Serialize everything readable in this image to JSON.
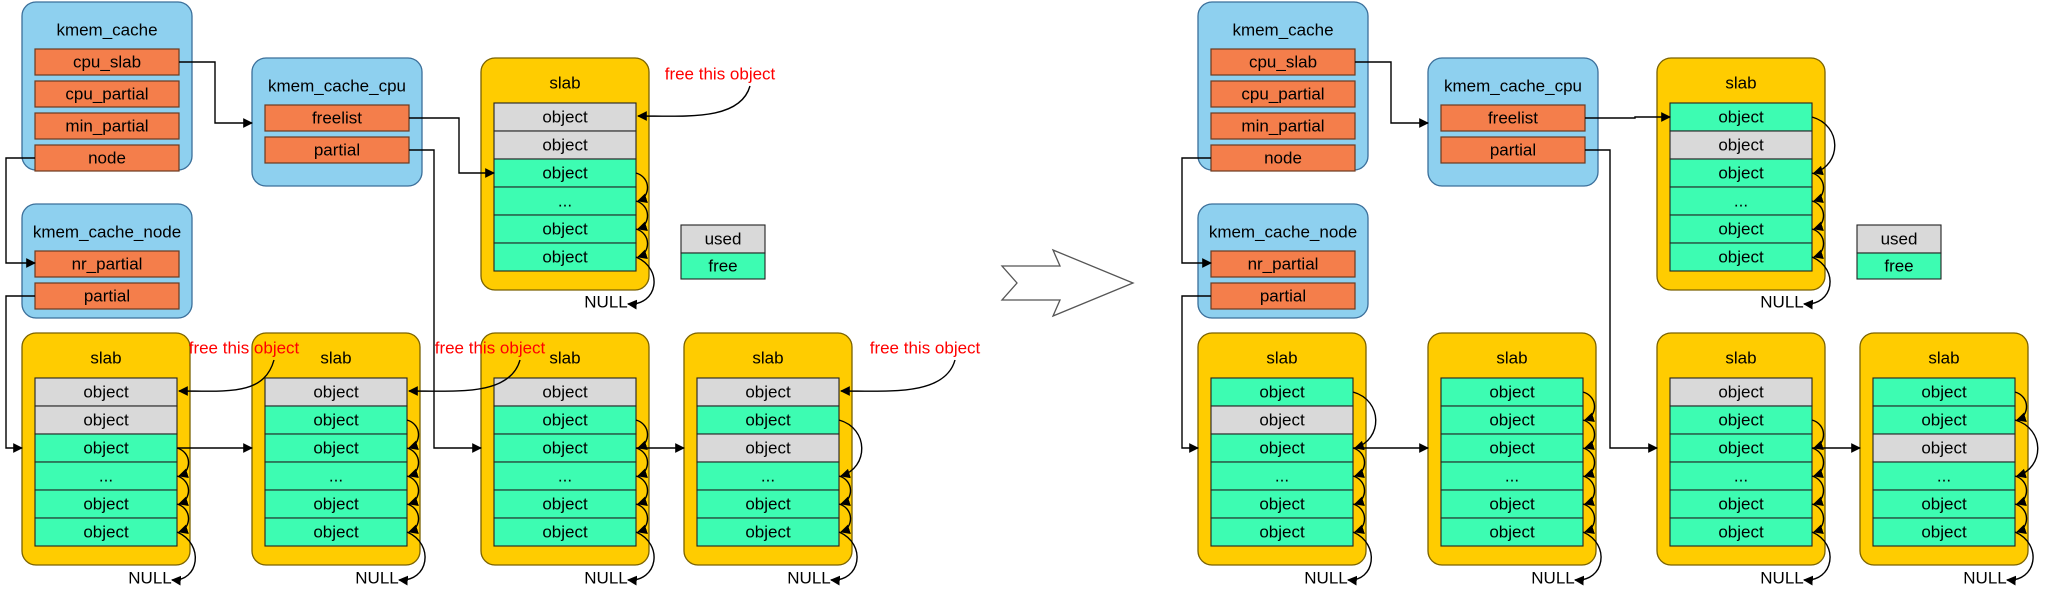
{
  "colors": {
    "struct_fill": "#8ed0ef",
    "struct_stroke": "#3b6f9a",
    "field_fill": "#f47e4b",
    "slab_fill": "#ffcc00",
    "slab_stroke": "#7a6200",
    "used": "#d9d9d9",
    "free": "#3dfcb2",
    "annotation": "#ff0000"
  },
  "labels": {
    "kmem_cache": "kmem_cache",
    "kmem_cache_fields": [
      "cpu_slab",
      "cpu_partial",
      "min_partial",
      "node"
    ],
    "kmem_cache_cpu": "kmem_cache_cpu",
    "kmem_cache_cpu_fields": [
      "freelist",
      "partial"
    ],
    "kmem_cache_node": "kmem_cache_node",
    "kmem_cache_node_fields": [
      "nr_partial",
      "partial"
    ],
    "slab": "slab",
    "object": "object",
    "ellipsis": "...",
    "null": "NULL",
    "free_this_object": "free this object",
    "legend_used": "used",
    "legend_free": "free"
  },
  "before": {
    "cpu_slab": [
      "used",
      "used",
      "free",
      "free",
      "free",
      "free"
    ],
    "partial_slabs": [
      [
        "used",
        "used",
        "free",
        "free",
        "free",
        "free"
      ],
      [
        "used",
        "free",
        "free",
        "free",
        "free",
        "free"
      ],
      [
        "used",
        "free",
        "free",
        "free",
        "free",
        "free"
      ],
      [
        "used",
        "free",
        "used",
        "free",
        "free",
        "free"
      ]
    ]
  },
  "after": {
    "cpu_slab": [
      "free",
      "used",
      "free",
      "free",
      "free",
      "free"
    ],
    "partial_slabs": [
      [
        "free",
        "used",
        "free",
        "free",
        "free",
        "free"
      ],
      [
        "free",
        "free",
        "free",
        "free",
        "free",
        "free"
      ],
      [
        "used",
        "free",
        "free",
        "free",
        "free",
        "free"
      ],
      [
        "free",
        "free",
        "used",
        "free",
        "free",
        "free"
      ]
    ]
  }
}
